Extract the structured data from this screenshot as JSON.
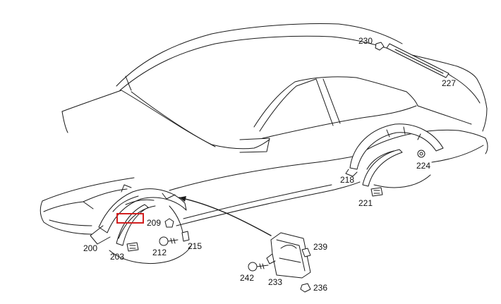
{
  "diagram": {
    "colors": {
      "line": "#1a1a1a",
      "highlight": "#d22020",
      "background": "#ffffff"
    },
    "labels": {
      "p200": "200",
      "p203": "203",
      "p209": "209",
      "p212": "212",
      "p215": "215",
      "p218": "218",
      "p221": "221",
      "p224": "224",
      "p227": "227",
      "p230": "230",
      "p233": "233",
      "p236": "236",
      "p239": "239",
      "p242": "242"
    },
    "highlighted_part": "203"
  }
}
